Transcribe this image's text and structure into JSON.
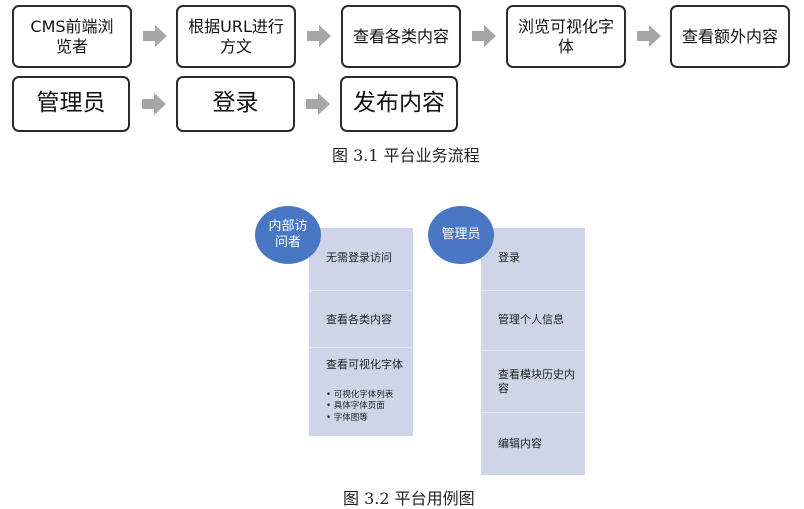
{
  "fig1": {
    "row1": [
      "CMS前端浏览者",
      "根据URL进行方文",
      "查看各类内容",
      "浏览可视化字体",
      "查看额外内容"
    ],
    "row2": [
      "管理员",
      "登录",
      "发布内容"
    ],
    "caption": "图 3.1 平台业务流程"
  },
  "fig2": {
    "actor_left": "内部访问者",
    "left_items": [
      "无需登录访问",
      "查看各类内容",
      "查看可视化字体"
    ],
    "left_subitems": [
      "可视化字体列表",
      "具体字体页面",
      "字体图等"
    ],
    "actor_right": "管理员",
    "right_items": [
      "登录",
      "管理个人信息",
      "查看模块历史内容",
      "编辑内容"
    ],
    "caption": "图 3.2 平台用例图"
  },
  "colors": {
    "arrow": "#a6a6a6",
    "circle": "#4a77c4",
    "panel": "#cfd5e8"
  }
}
